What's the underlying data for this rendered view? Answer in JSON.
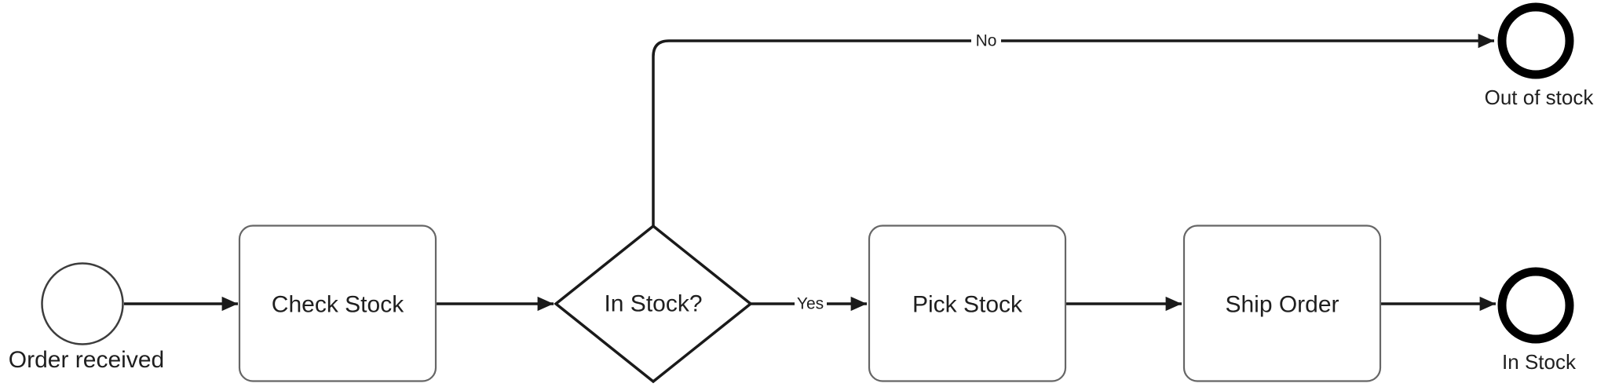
{
  "diagram": {
    "type": "bpmn-flowchart",
    "background_color": "#ffffff",
    "colors": {
      "flow_line": "#1a1a1a",
      "arrowhead": "#1a1a1a",
      "task_border": "#666666",
      "gateway_border": "#1a1a1a",
      "start_event_border": "#3d3d3d",
      "end_event_border": "#000000",
      "shape_fill": "#ffffff",
      "label_text": "#1f1f1f"
    },
    "nodes": {
      "start_event": {
        "type": "start-event",
        "label": "Order received"
      },
      "task_check_stock": {
        "type": "task",
        "label": "Check Stock"
      },
      "gateway_in_stock": {
        "type": "exclusive-gateway",
        "label": "In Stock?"
      },
      "task_pick_stock": {
        "type": "task",
        "label": "Pick Stock"
      },
      "task_ship_order": {
        "type": "task",
        "label": "Ship Order"
      },
      "end_event_out_of_stock": {
        "type": "end-event",
        "label": "Out of stock"
      },
      "end_event_in_stock": {
        "type": "end-event",
        "label": "In Stock"
      }
    },
    "edge_labels": {
      "yes": "Yes",
      "no": "No"
    }
  }
}
